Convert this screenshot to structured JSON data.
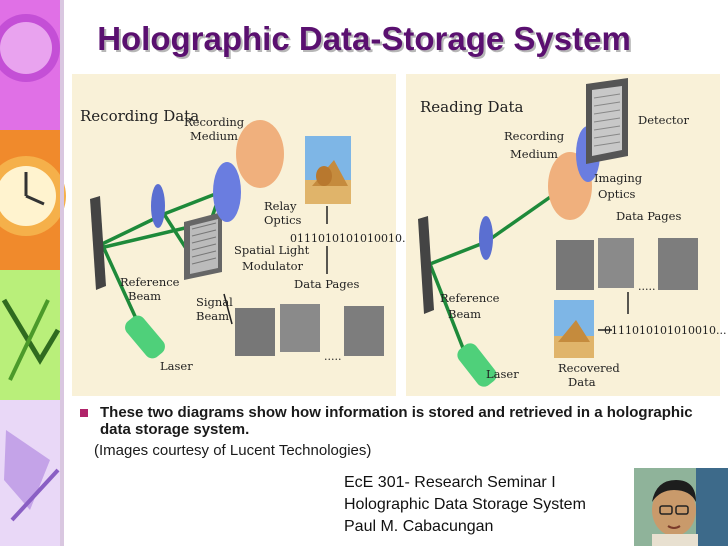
{
  "title": "Holographic Data-Storage System",
  "diagram_left": {
    "heading": "Recording Data",
    "labels": {
      "recording_medium_1": "Recording",
      "recording_medium_2": "Medium",
      "relay_optics_1": "Relay",
      "relay_optics_2": "Optics",
      "slm_1": "Spatial Light",
      "slm_2": "Modulator",
      "reference_beam_1": "Reference",
      "reference_beam_2": "Beam",
      "signal_beam_1": "Signal",
      "signal_beam_2": "Beam",
      "laser": "Laser",
      "data_pages": "Data Pages",
      "binary": "0111010101010010...",
      "ellipsis": "....."
    }
  },
  "diagram_right": {
    "heading": "Reading Data",
    "labels": {
      "recording_medium_1": "Recording",
      "recording_medium_2": "Medium",
      "detector": "Detector",
      "imaging_optics_1": "Imaging",
      "imaging_optics_2": "Optics",
      "data_pages": "Data Pages",
      "reference_beam_1": "Reference",
      "reference_beam_2": "Beam",
      "laser": "Laser",
      "recovered_1": "Recovered",
      "recovered_2": "Data",
      "binary": "0111010101010010...",
      "ellipsis": "....."
    }
  },
  "bullets": {
    "main": "These two diagrams show how information is stored and retrieved in a holographic data storage system.",
    "credit": "(Images courtesy of Lucent Technologies)"
  },
  "footer": {
    "line1": "EcE 301- Research Seminar I",
    "line2": "Holographic Data Storage System",
    "line3": "Paul M. Cabacungan"
  },
  "colors": {
    "title": "#5a1070",
    "beam": "#1e8a3a",
    "bullet": "#b0246a",
    "panel_bg": "#f9f1d8"
  }
}
